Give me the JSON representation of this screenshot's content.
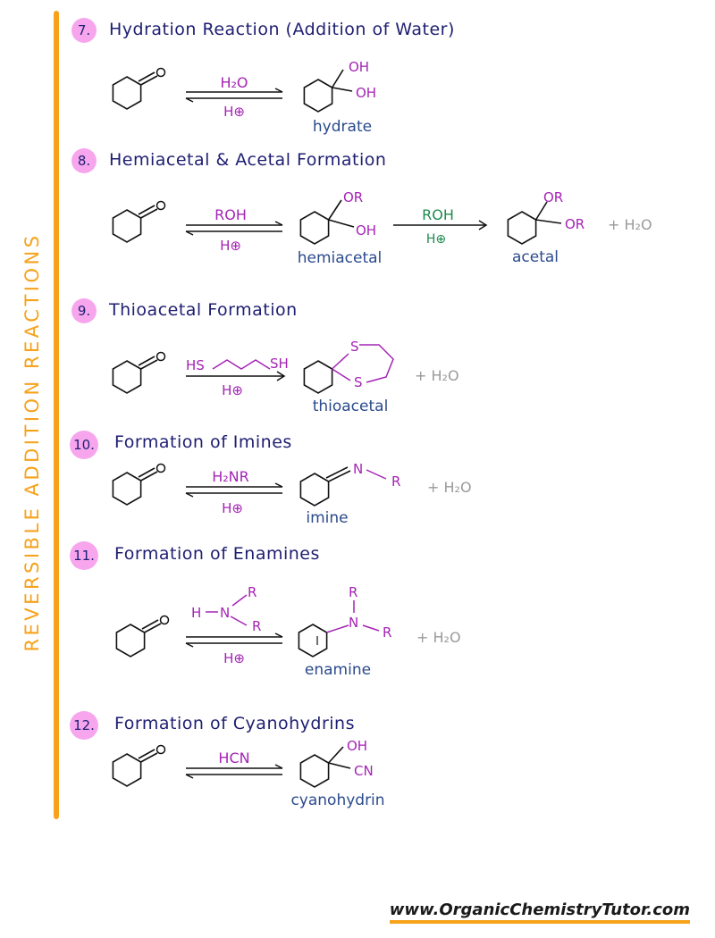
{
  "sidebar": {
    "title": "REVERSIBLE ADDITION REACTIONS"
  },
  "colors": {
    "accent": "#f7a21b",
    "badge": "#f7a6ee",
    "title": "#1e1e72",
    "reagent": "#a424b4",
    "label": "#2a4a8c",
    "side_product": "#9a9a9a",
    "green_reagent": "#1e8a4e"
  },
  "sections": [
    {
      "number": "7.",
      "title": "Hydration Reaction (Addition of Water)",
      "reagent_top": "H₂O",
      "reagent_bottom": "H⊕",
      "product_groups": [
        "OH",
        "OH"
      ],
      "product_label": "hydrate"
    },
    {
      "number": "8.",
      "title": "Hemiacetal & Acetal Formation",
      "reagent_top": "ROH",
      "reagent_bottom": "H⊕",
      "intermediate_groups": [
        "OR",
        "OH"
      ],
      "intermediate_label": "hemiacetal",
      "second_reagent_top": "ROH",
      "second_reagent_bottom": "H⊕",
      "product_groups": [
        "OR",
        "OR"
      ],
      "product_label": "acetal",
      "side_product": "+ H₂O"
    },
    {
      "number": "9.",
      "title": "Thioacetal Formation",
      "reagent_top_left": "HS",
      "reagent_top_right": "SH",
      "reagent_bottom": "H⊕",
      "product_groups": [
        "S",
        "S"
      ],
      "product_label": "thioacetal",
      "side_product": "+ H₂O"
    },
    {
      "number": "10.",
      "title": "Formation of Imines",
      "reagent_top": "H₂NR",
      "reagent_bottom": "H⊕",
      "product_groups": [
        "N",
        "R"
      ],
      "product_label": "imine",
      "side_product": "+ H₂O"
    },
    {
      "number": "11.",
      "title": "Formation of Enamines",
      "reagent_atoms": [
        "H",
        "N",
        "R",
        "R"
      ],
      "reagent_bottom": "H⊕",
      "product_groups": [
        "R",
        "N",
        "R"
      ],
      "product_label": "enamine",
      "side_product": "+ H₂O"
    },
    {
      "number": "12.",
      "title": "Formation of Cyanohydrins",
      "reagent_top": "HCN",
      "product_groups": [
        "OH",
        "CN"
      ],
      "product_label": "cyanohydrin"
    }
  ],
  "footer": {
    "website": "www.OrganicChemistryTutor.com"
  }
}
